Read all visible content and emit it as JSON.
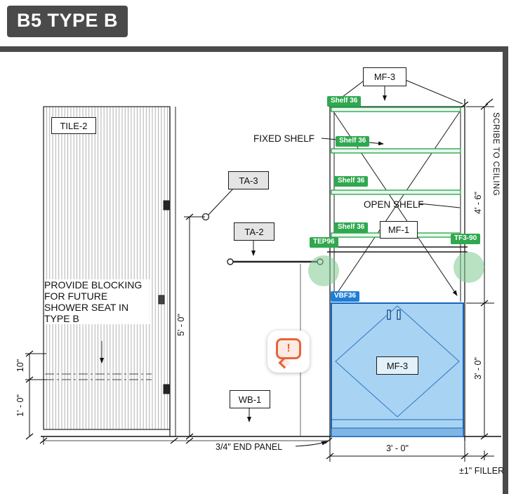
{
  "header": {
    "title": "B5 TYPE B"
  },
  "drawing": {
    "labels": {
      "tile": "TILE-2",
      "fixed_shelf": "FIXED SHELF",
      "open_shelf": "OPEN SHELF",
      "ta3": "TA-3",
      "ta2": "TA-2",
      "wb1": "WB-1",
      "mf3_top": "MF-3",
      "mf1": "MF-1",
      "mf3_cabinet": "MF-3",
      "blocking_note": "PROVIDE BLOCKING FOR FUTURE SHOWER SEAT IN TYPE B"
    },
    "dimensions": {
      "hook_height": "5' - 0\"",
      "seat_offset": "10\"",
      "seat_height": "1' - 0\"",
      "upper_height": "4' - 6\"",
      "base_height": "3' - 0\"",
      "base_width": "3' - 0\"",
      "end_panel": "3/4\" END PANEL",
      "filler": "±1\" FILLER",
      "scribe": "SCRIBE TO CEILING"
    }
  },
  "tags": {
    "shelves": [
      "Shelf 36",
      "Shelf 36",
      "Shelf 36",
      "Shelf 36"
    ],
    "tep": "TEP96",
    "tf": "TF3-90",
    "vbf": "VBF36"
  },
  "annotations": {
    "comment_glyph": "!"
  },
  "colors": {
    "tag_green": "#2fa84f",
    "tag_blue": "#1f7ed6",
    "cabinet_fill": "#a9d3f2",
    "cabinet_stroke": "#1565c0",
    "accent_orange": "#e8633a",
    "frame_dark": "#4a4a4a"
  }
}
